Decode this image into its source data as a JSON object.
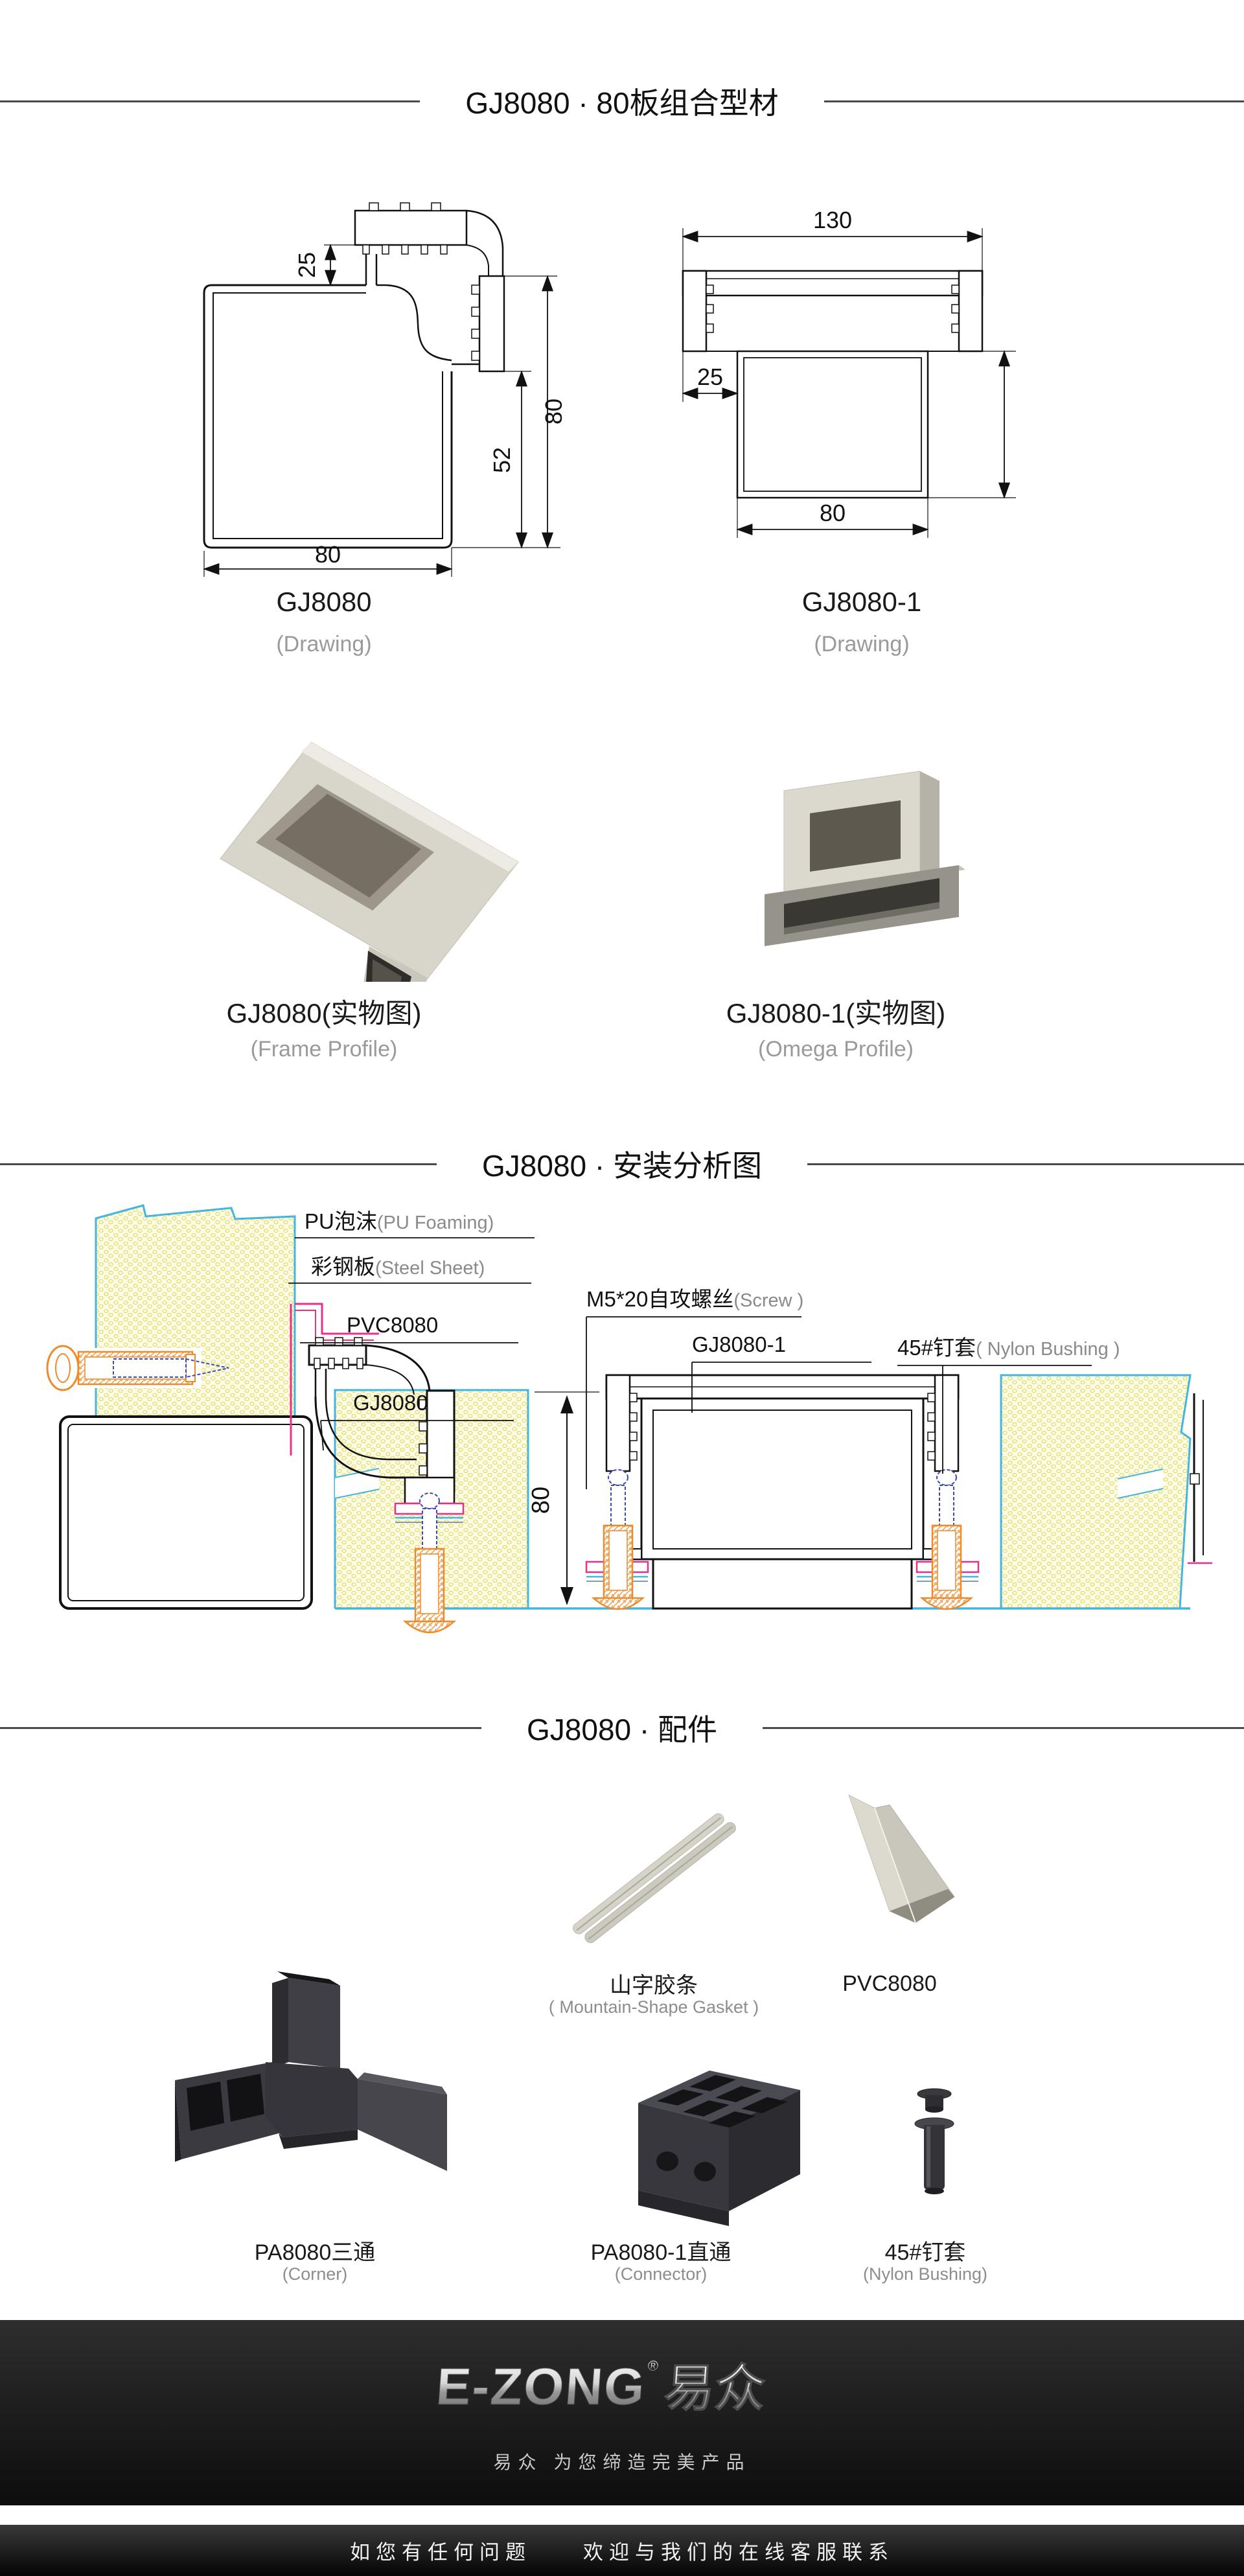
{
  "headers": {
    "profiles": "GJ8080 · 80板组合型材",
    "installation": "GJ8080 · 安装分析图",
    "accessories": "GJ8080 · 配件"
  },
  "drawings": {
    "left": {
      "title": "GJ8080",
      "subtitle": "(Drawing)",
      "dim_top": "25",
      "dim_right_inner": "52",
      "dim_right_outer": "80",
      "dim_bottom": "80"
    },
    "right": {
      "title": "GJ8080-1",
      "subtitle": "(Drawing)",
      "dim_top": "130",
      "dim_left": "25",
      "dim_bottom": "80"
    }
  },
  "photos": {
    "left": {
      "title": "GJ8080(实物图)",
      "subtitle": "(Frame Profile)"
    },
    "right": {
      "title": "GJ8080-1(实物图)",
      "subtitle": "(Omega Profile)"
    }
  },
  "diagram": {
    "pu_foam_cn": "PU泡沫",
    "pu_foam_en": "(PU Foaming)",
    "steel_cn": "彩钢板",
    "steel_en": "(Steel Sheet)",
    "pvc": "PVC8080",
    "gj8080": "GJ8080",
    "screw_cn": "M5*20自攻螺丝",
    "screw_en": "(Screw )",
    "gj8080_1": "GJ8080-1",
    "bushing_cn": "45#钉套",
    "bushing_en": "( Nylon Bushing )",
    "dim_height": "80"
  },
  "accessories": [
    {
      "name": "山字胶条",
      "en": "( Mountain-Shape Gasket )"
    },
    {
      "name": "PVC8080",
      "en": ""
    },
    {
      "name": "PA8080三通",
      "en": "(Corner)"
    },
    {
      "name": "PA8080-1直通",
      "en": "(Connector)"
    },
    {
      "name": "45#钉套",
      "en": "(Nylon Bushing)"
    }
  ],
  "footer": {
    "brand_latin": "E-ZONG",
    "brand_reg": "®",
    "brand_cn": "易众",
    "tagline": "易众 为您缔造完美产品",
    "service": "如您有任何问题　　欢迎与我们的在线客服联系"
  },
  "colors": {
    "steel_sheet_cyan": "#45b5e0",
    "pvc_magenta": "#e8308a",
    "anchor_orange": "#ee8a2a",
    "screw_blue": "#3a49b5",
    "foam_fill": "#fdfce9",
    "foam_dot": "#e0d94f",
    "divider_gray": "#4a4a4a"
  }
}
